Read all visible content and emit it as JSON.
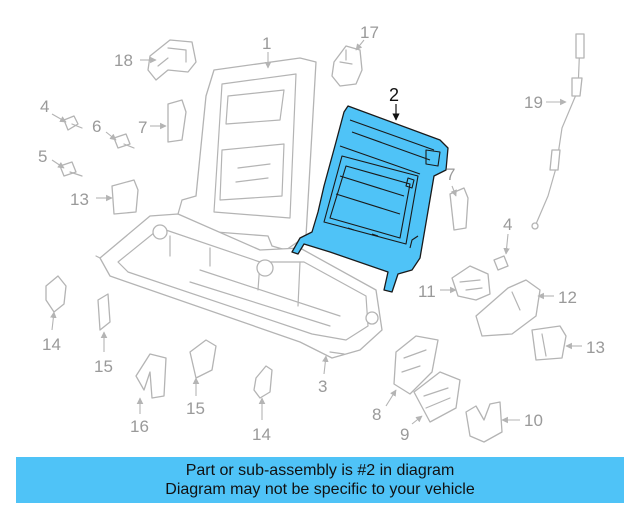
{
  "callouts": {
    "c1": "1",
    "c2": "2",
    "c3": "3",
    "c4a": "4",
    "c4b": "4",
    "c5": "5",
    "c6": "6",
    "c7a": "7",
    "c7b": "7",
    "c8": "8",
    "c9": "9",
    "c10": "10",
    "c11": "11",
    "c12": "12",
    "c13a": "13",
    "c13b": "13",
    "c14a": "14",
    "c14b": "14",
    "c15a": "15",
    "c15b": "15",
    "c16": "16",
    "c17": "17",
    "c18": "18",
    "c19": "19"
  },
  "highlight_color": "#4fc3f7",
  "footer": {
    "line1": "Part or sub-assembly is #2 in diagram",
    "line2": "Diagram may not be specific to your vehicle"
  }
}
